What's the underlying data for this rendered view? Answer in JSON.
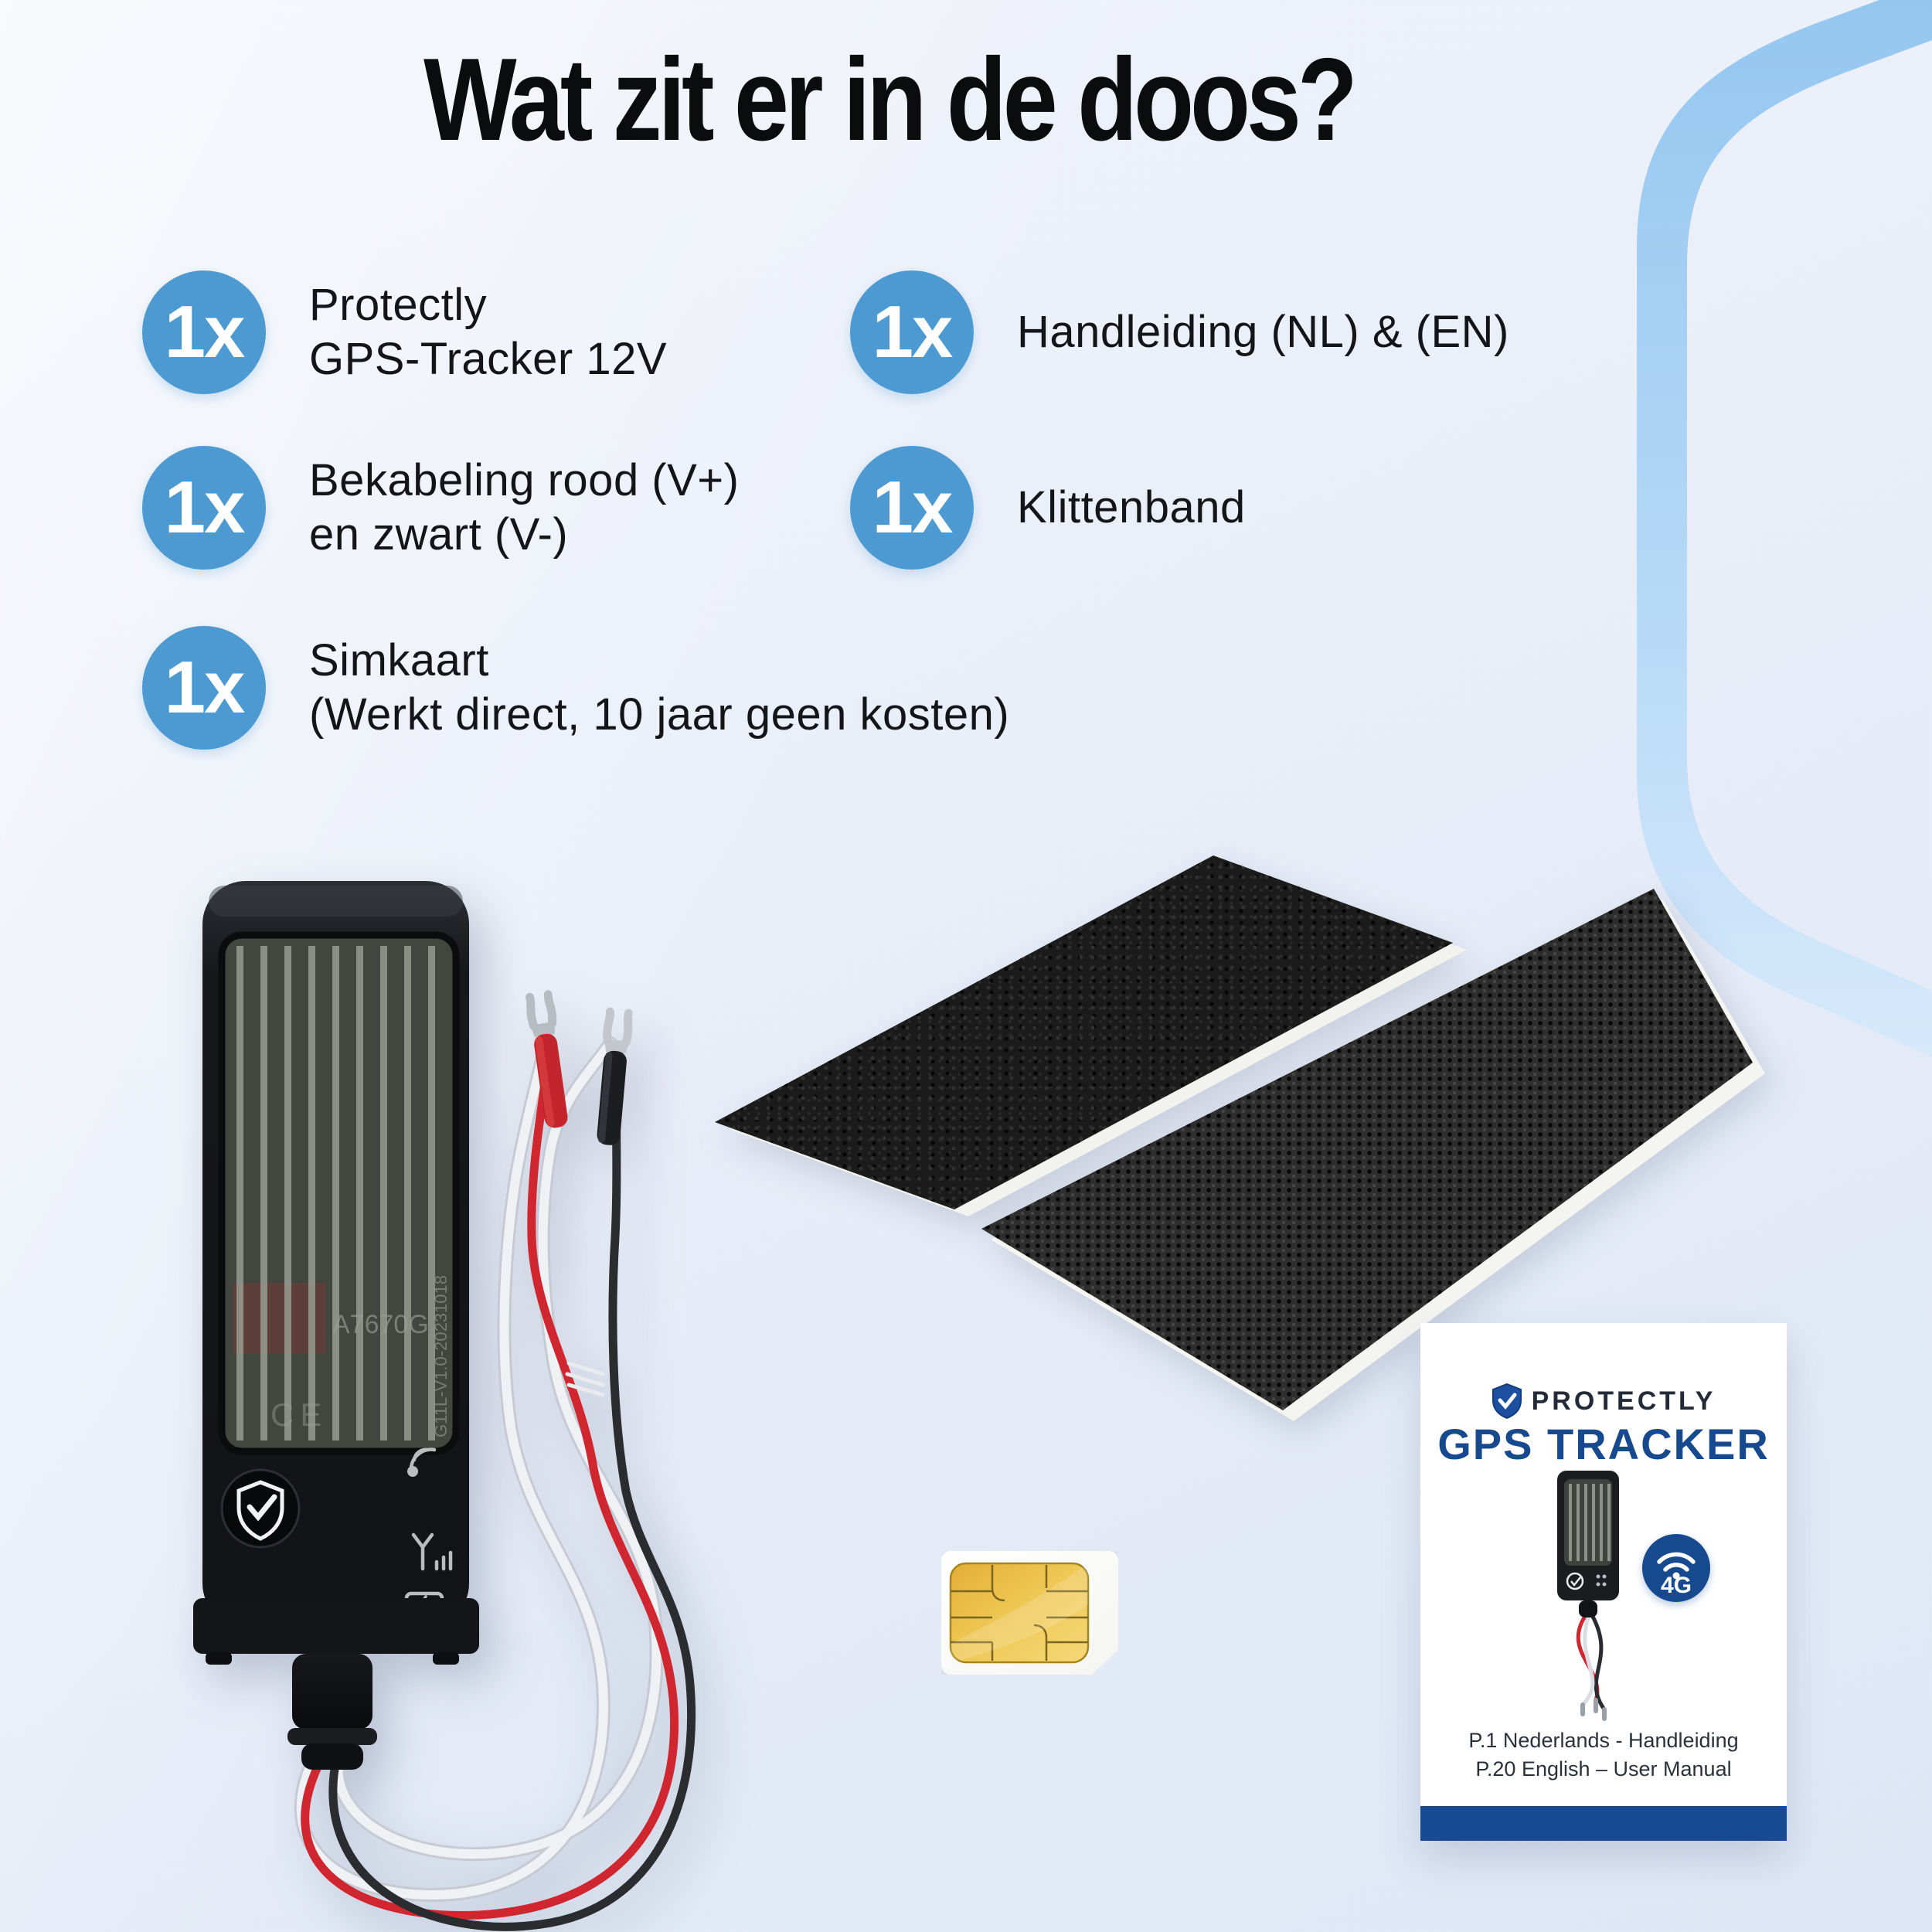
{
  "title": "Wat zit er in de doos?",
  "items": [
    {
      "qty": "1x",
      "lines": [
        "Protectly",
        "GPS-Tracker 12V"
      ]
    },
    {
      "qty": "1x",
      "lines": [
        "Handleiding (NL) & (EN)"
      ]
    },
    {
      "qty": "1x",
      "lines": [
        "Bekabeling rood (V+)",
        "en zwart (V-)"
      ]
    },
    {
      "qty": "1x",
      "lines": [
        "Klittenband"
      ]
    },
    {
      "qty": "1x",
      "lines": [
        "Simkaart",
        "(Werkt direct, 10 jaar geen kosten)"
      ]
    }
  ],
  "tracker": {
    "module_label": "A7670G",
    "ce_mark": "CE",
    "window_vertical_label": "G11L-V1.0-20231018"
  },
  "manual": {
    "brand": "PROTECTLY",
    "product": "GPS TRACKER",
    "badge_4g": "4G",
    "footer_lines": [
      "P.1 Nederlands - Handleiding",
      "P.20 English – User Manual"
    ]
  },
  "colors": {
    "badge_blue": "#4d9ad2",
    "brand_blue": "#17498f",
    "title_black": "#0b0c0e",
    "background": "#e9eef8",
    "accent_shape_blue": "#9dcbf1",
    "sim_gold": "#eec44e",
    "wire_red": "#cf2630",
    "wire_black": "#2a2c2f"
  }
}
